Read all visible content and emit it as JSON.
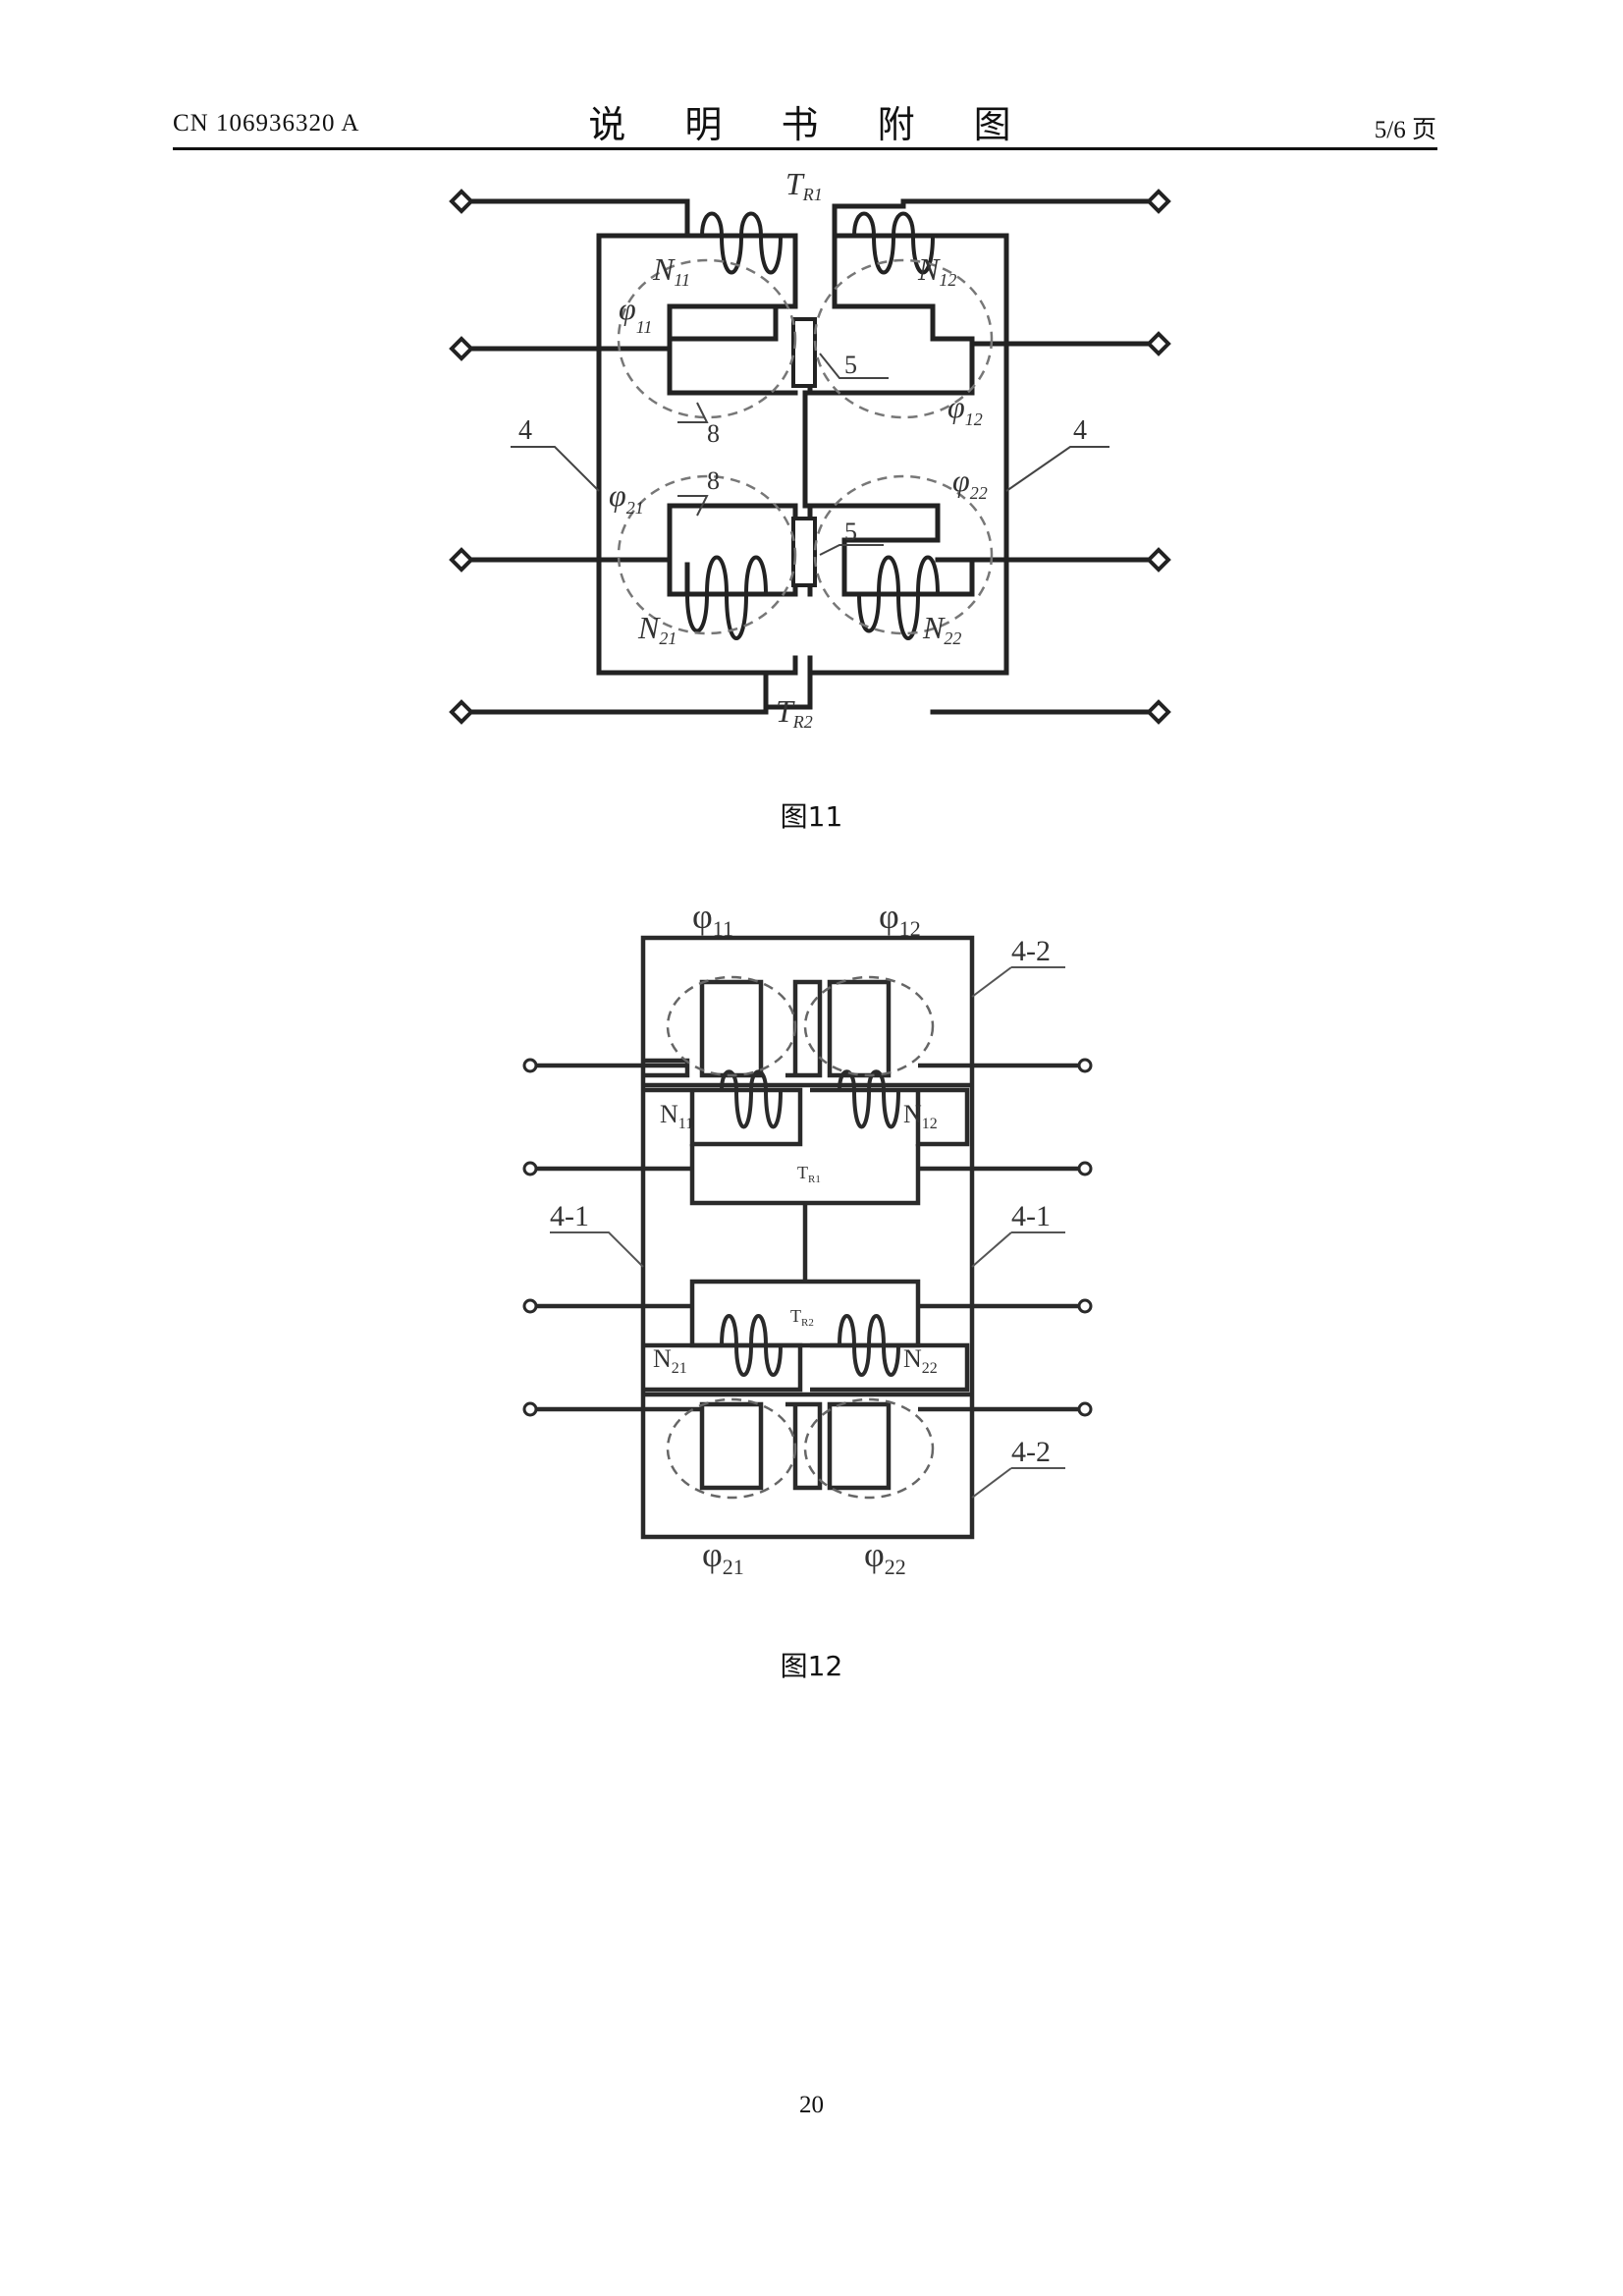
{
  "header": {
    "doc_number": "CN 106936320 A",
    "title": "说 明 书 附 图",
    "page_of": "5/6 页"
  },
  "figure11": {
    "caption": "图11",
    "labels": {
      "tr1": "T",
      "tr1_sub": "R1",
      "tr2": "T",
      "tr2_sub": "R2",
      "n11": "N",
      "n11_sub": "11",
      "n12": "N",
      "n12_sub": "12",
      "n21": "N",
      "n21_sub": "21",
      "n22": "N",
      "n22_sub": "22",
      "phi11": "φ",
      "phi11_sub": "11",
      "phi12": "φ",
      "phi12_sub": "12",
      "phi21": "φ",
      "phi21_sub": "21",
      "phi22": "φ",
      "phi22_sub": "22",
      "ref4_left": "4",
      "ref4_right": "4",
      "ref5_top": "5",
      "ref5_bottom": "5",
      "ref8_top": "8",
      "ref8_bottom": "8"
    }
  },
  "figure12": {
    "caption": "图12",
    "labels": {
      "phi11": "φ",
      "phi11_sub": "11",
      "phi12": "φ",
      "phi12_sub": "12",
      "phi21": "φ",
      "phi21_sub": "21",
      "phi22": "φ",
      "phi22_sub": "22",
      "n11": "N",
      "n11_sub": "11",
      "n12": "N",
      "n12_sub": "12",
      "n21": "N",
      "n21_sub": "21",
      "n22": "N",
      "n22_sub": "22",
      "tr1": "T",
      "tr1_sub": "R1",
      "tr2": "T",
      "tr2_sub": "R2",
      "ref42_top": "4-2",
      "ref42_bottom": "4-2",
      "ref41_left": "4-1",
      "ref41_right": "4-1"
    }
  },
  "footer": {
    "page_number": "20"
  }
}
